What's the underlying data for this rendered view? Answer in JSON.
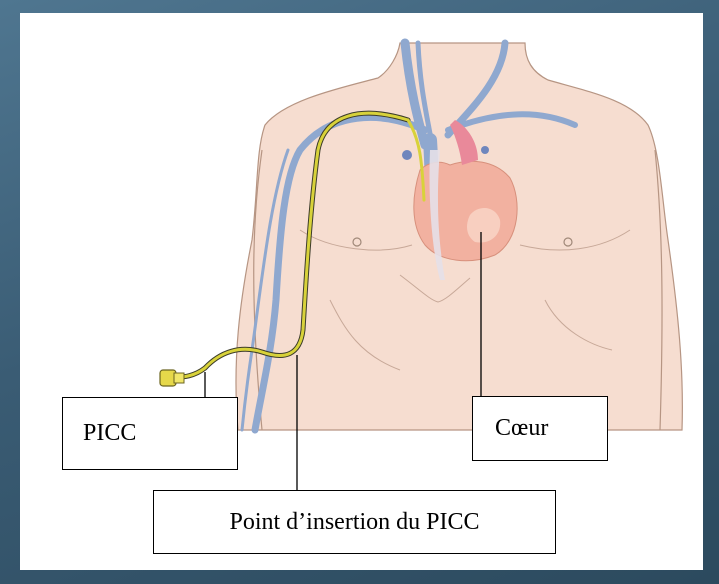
{
  "labels": {
    "picc": "PICC",
    "heart": "Cœur",
    "insertion_point": "Point d’insertion du PICC"
  },
  "colors": {
    "background": "#3e627a",
    "skin": "#f6ddd0",
    "vein": "#8fa8cf",
    "catheter": "#d8d23a",
    "heart": "#f2b1a0",
    "outline": "#a08878"
  }
}
